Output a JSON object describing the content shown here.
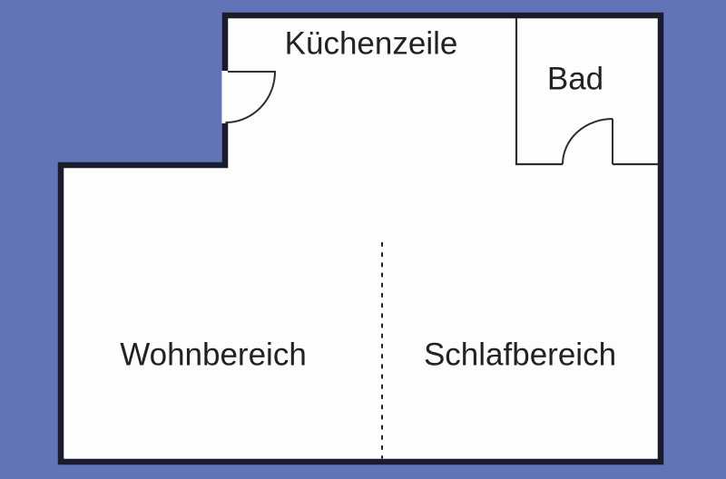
{
  "rooms": [
    {
      "id": "kuechenzeile",
      "label": "Küchenzeile"
    },
    {
      "id": "bad",
      "label": "Bad"
    },
    {
      "id": "wohnbereich",
      "label": "Wohnbereich"
    },
    {
      "id": "schlafbereich",
      "label": "Schlafbereich"
    }
  ],
  "colors": {
    "background": "#6174b8",
    "wall": "#1a1c2e",
    "floor": "#fdfdfe",
    "line": "#2e2e2e",
    "label-text": "#222222"
  }
}
